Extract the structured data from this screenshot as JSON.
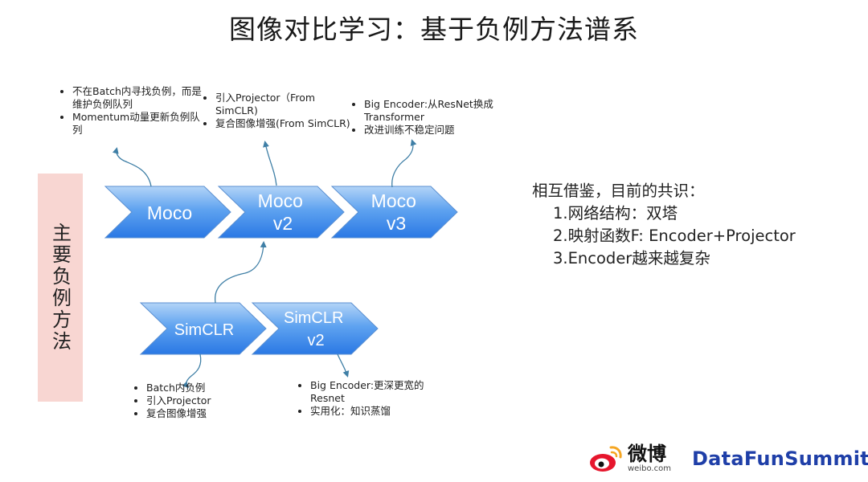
{
  "title": "图像对比学习：基于负例方法谱系",
  "side_label": "主要负例方法",
  "nodes": {
    "moco": "Moco",
    "moco_v2": [
      "Moco",
      "v2"
    ],
    "moco_v3": [
      "Moco",
      "v3"
    ],
    "simclr": "SimCLR",
    "simclr_v2": [
      "SimCLR",
      "v2"
    ]
  },
  "notes": {
    "moco": [
      "不在Batch内寻找负例，而是维护负例队列",
      "Momentum动量更新负例队列"
    ],
    "moco_v2": [
      "引入Projector（From SimCLR)",
      "复合图像增强(From SimCLR)"
    ],
    "moco_v3": [
      "Big Encoder:从ResNet换成Transformer",
      "改进训练不稳定问题"
    ],
    "simclr": [
      "Batch内负例",
      "引入Projector",
      "复合图像增强"
    ],
    "simclr_v2": [
      "Big Encoder:更深更宽的Resnet",
      "实用化：知识蒸馏"
    ]
  },
  "consensus": {
    "heading": "相互借鉴，目前的共识：",
    "items": [
      "1.网络结构：双塔",
      "2.映射函数F: Encoder+Projector",
      "3.Encoder越来越复杂"
    ]
  },
  "footer": {
    "weibo_main": "微博",
    "weibo_sub": "weibo.com",
    "brand": "DataFunSummit"
  },
  "colors": {
    "arrow_top": "#a8cdf5",
    "arrow_bottom": "#2f80e8",
    "connector": "#3f7fa6",
    "side_box": "#f8d6d2",
    "brand": "#1f3fa8"
  },
  "icons": {
    "logo": "weibo-eye-icon"
  }
}
